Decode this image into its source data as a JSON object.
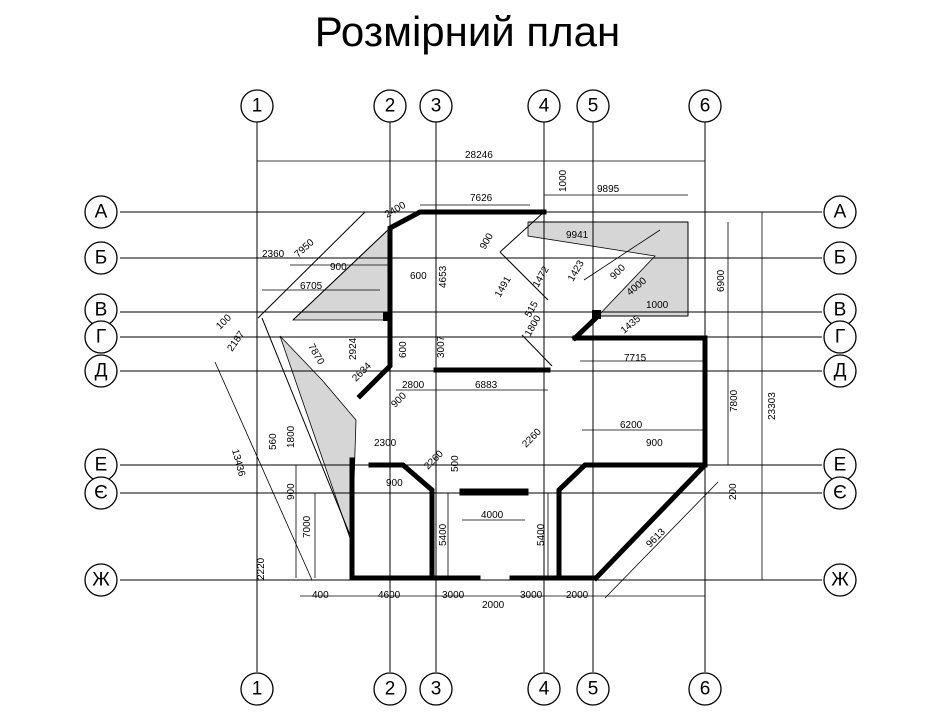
{
  "title": "Розмірний план",
  "axes": {
    "columns": [
      "1",
      "2",
      "3",
      "4",
      "5",
      "6"
    ],
    "rows": [
      "А",
      "Б",
      "В",
      "Г",
      "Д",
      "Е",
      "Є",
      "Ж"
    ]
  },
  "dimensions": {
    "overall_width": "28246",
    "overall_height": "23303",
    "d7626": "7626",
    "d9895": "9895",
    "d1000_top": "1000",
    "d2400": "2400",
    "d9941": "9941",
    "d7950": "7950",
    "d2360": "2360",
    "d900_a": "900",
    "d600_a": "600",
    "d4653": "4653",
    "d6705": "6705",
    "d100": "100",
    "d900_b": "900",
    "d1491": "1491",
    "d1472": "1472",
    "d1423": "1423",
    "d900_c": "900",
    "d4000_a": "4000",
    "d6900": "6900",
    "d515": "515",
    "d1000_b": "1000",
    "d1800_a": "1800",
    "d1435": "1435",
    "d2924": "2924",
    "d600_b": "600",
    "d3007": "3007",
    "d7870": "7870",
    "d2187": "2187",
    "d7715": "7715",
    "d2634": "2634",
    "d2800": "2800",
    "d6883": "6883",
    "d7800": "7800",
    "d900_d": "900",
    "d13436": "13436",
    "d560": "560",
    "d1800_b": "1800",
    "d2300": "2300",
    "d2260_a": "2260",
    "d2260_b": "2260",
    "d6200": "6200",
    "d900_e": "900",
    "d500": "500",
    "d900_f": "900",
    "d900_g": "900",
    "d200": "200",
    "d7000": "7000",
    "d5400_a": "5400",
    "d4000_b": "4000",
    "d5400_b": "5400",
    "d9613": "9613",
    "d2220": "2220",
    "d400": "400",
    "d4600": "4600",
    "d3000_a": "3000",
    "d2000_a": "2000",
    "d3000_b": "3000",
    "d2000_b": "2000"
  }
}
